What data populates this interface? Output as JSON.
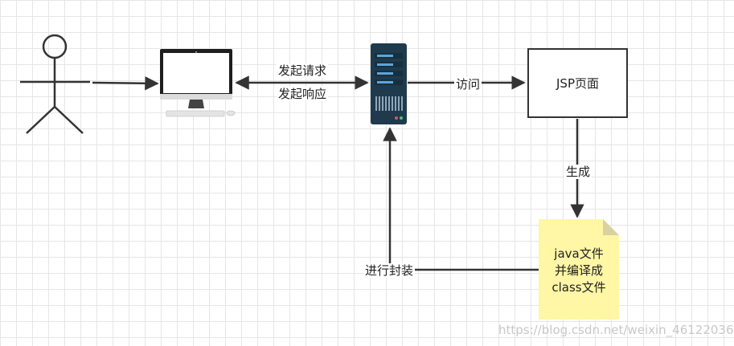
{
  "labels": {
    "send_request": "发起请求",
    "send_response": "发起响应",
    "visit": "访问",
    "generate": "生成",
    "wrap": "进行封装"
  },
  "jsp_box": {
    "label": "JSP页面"
  },
  "note": {
    "lines": [
      "java文件",
      "并编译成",
      "class文件"
    ]
  },
  "watermark": "https://blog.csdn.net/weixin_46122036",
  "icons": {
    "actor": "stick-figure-user-icon",
    "computer": "desktop-computer-icon",
    "server": "server-rack-icon"
  },
  "colors": {
    "line": "#333333",
    "note_fill": "#fff6a6",
    "note_fold": "#d9d2a0",
    "server_body": "#1f3a4d",
    "server_accent": "#5da5d8"
  }
}
